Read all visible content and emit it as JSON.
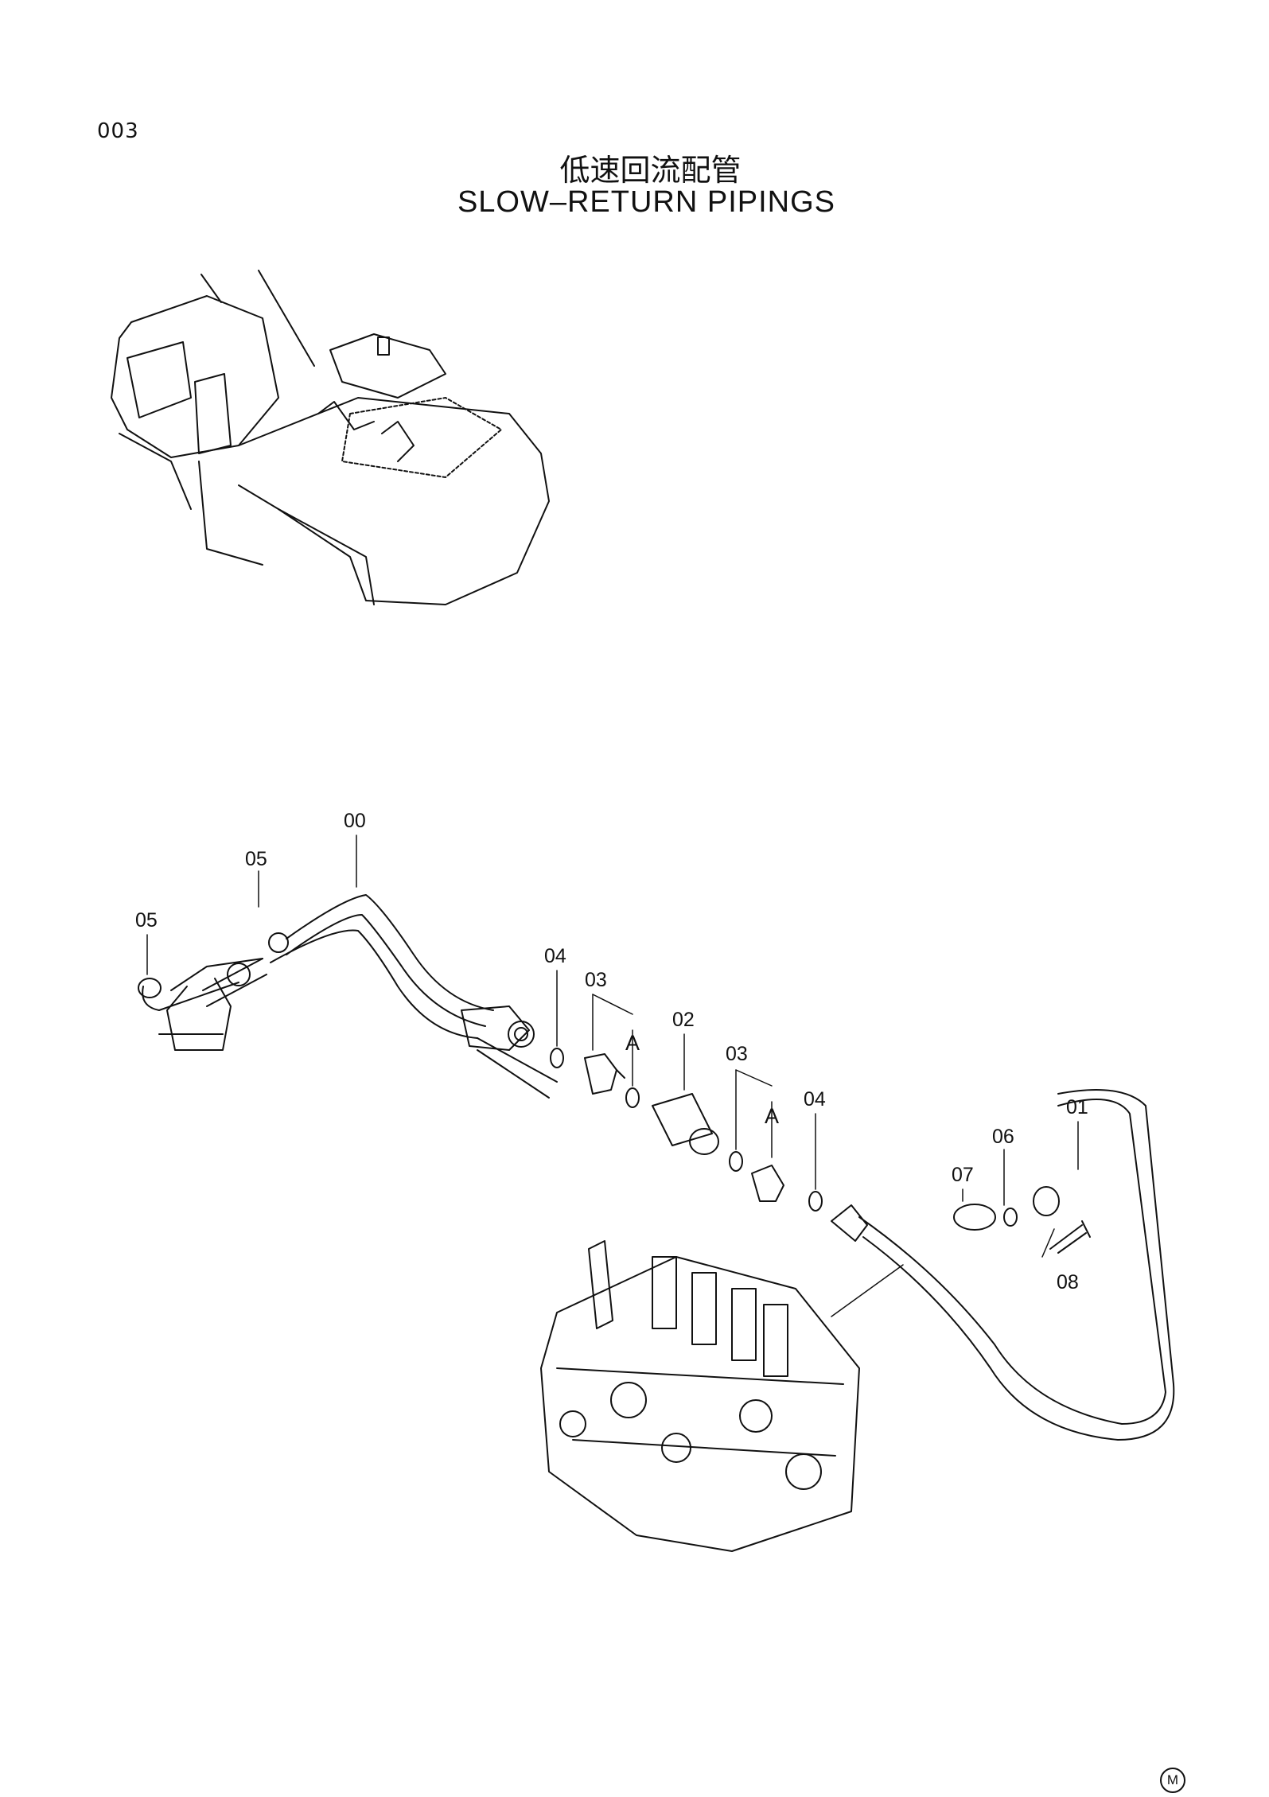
{
  "page_number": "003",
  "title_cn": "低速回流配管",
  "title_en": "SLOW–RETURN  PIPINGS",
  "callouts": {
    "c00": "00",
    "c01": "01",
    "c02": "02",
    "c03a": "03",
    "c03b": "03",
    "c04a": "04",
    "c04b": "04",
    "c05a": "05",
    "c05b": "05",
    "c06": "06",
    "c07": "07",
    "c08": "08",
    "refA1": "A",
    "refA2": "A"
  },
  "corner_mark": "M"
}
